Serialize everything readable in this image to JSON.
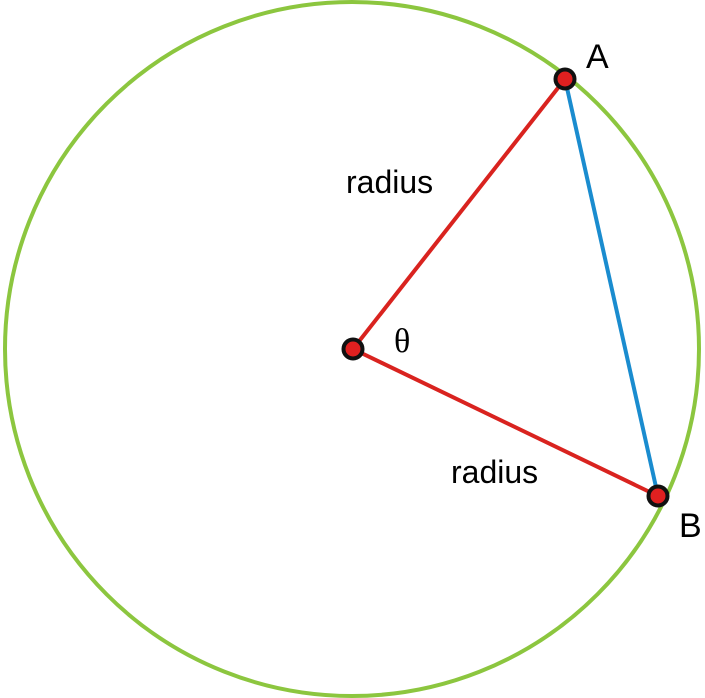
{
  "labels": {
    "point_a": "A",
    "point_b": "B",
    "radius_top": "radius",
    "radius_bottom": "radius",
    "angle": "θ"
  },
  "colors": {
    "circle": "#8cc63f",
    "radius": "#d9231f",
    "chord": "#1a8ccf",
    "point_fill": "#e02020",
    "point_stroke": "#111111"
  }
}
